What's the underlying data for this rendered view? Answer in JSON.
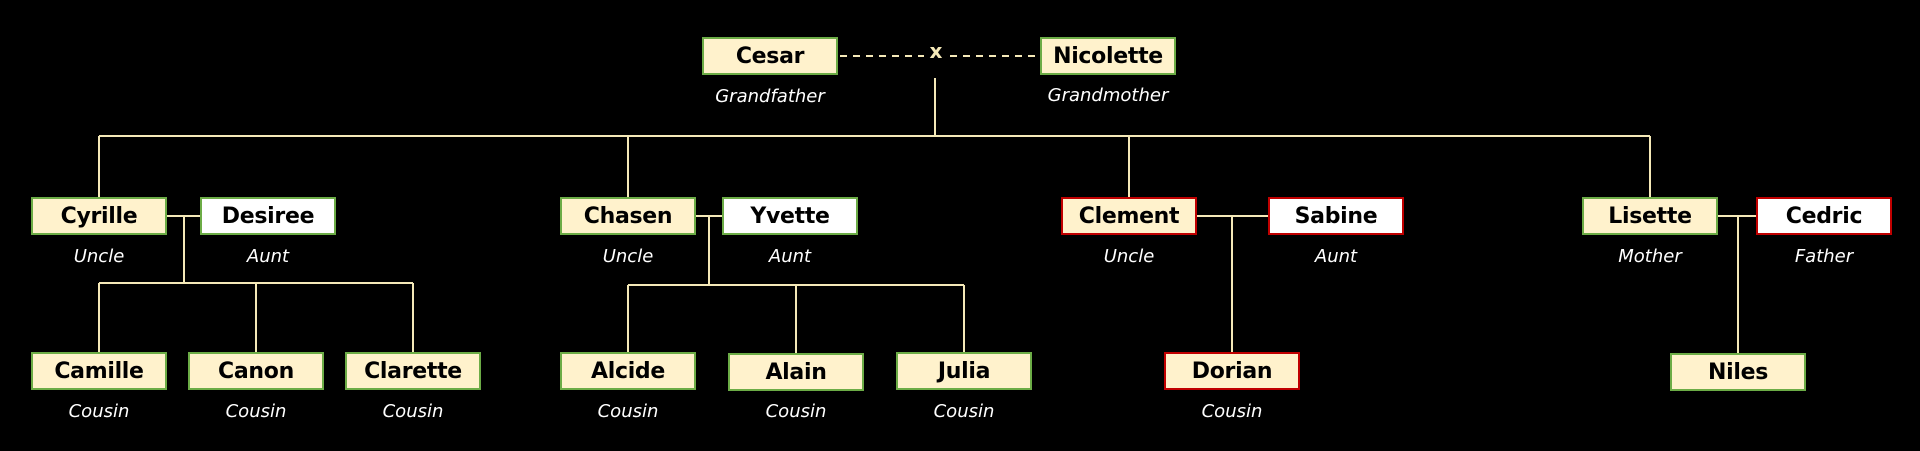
{
  "colors": {
    "background": "#000000",
    "line": "#f5e9b8",
    "box_fill_blood": "#fff2cc",
    "box_fill_inlaw": "#ffffff",
    "border_green": "#6cac46",
    "border_red": "#c00000",
    "role_text": "#ffffff"
  },
  "marriage_symbol": "x",
  "people": {
    "cesar": {
      "name": "Cesar",
      "role": "Grandfather",
      "style": "blood",
      "border": "green"
    },
    "nicolette": {
      "name": "Nicolette",
      "role": "Grandmother",
      "style": "blood",
      "border": "green"
    },
    "cyrille": {
      "name": "Cyrille",
      "role": "Uncle",
      "style": "blood",
      "border": "green"
    },
    "desiree": {
      "name": "Desiree",
      "role": "Aunt",
      "style": "inlaw",
      "border": "green"
    },
    "chasen": {
      "name": "Chasen",
      "role": "Uncle",
      "style": "blood",
      "border": "green"
    },
    "yvette": {
      "name": "Yvette",
      "role": "Aunt",
      "style": "inlaw",
      "border": "green"
    },
    "clement": {
      "name": "Clement",
      "role": "Uncle",
      "style": "blood",
      "border": "red"
    },
    "sabine": {
      "name": "Sabine",
      "role": "Aunt",
      "style": "inlaw",
      "border": "red"
    },
    "lisette": {
      "name": "Lisette",
      "role": "Mother",
      "style": "blood",
      "border": "green"
    },
    "cedric": {
      "name": "Cedric",
      "role": "Father",
      "style": "inlaw",
      "border": "red"
    },
    "camille": {
      "name": "Camille",
      "role": "Cousin",
      "style": "blood",
      "border": "green"
    },
    "canon": {
      "name": "Canon",
      "role": "Cousin",
      "style": "blood",
      "border": "green"
    },
    "clarette": {
      "name": "Clarette",
      "role": "Cousin",
      "style": "blood",
      "border": "green"
    },
    "alcide": {
      "name": "Alcide",
      "role": "Cousin",
      "style": "blood",
      "border": "green"
    },
    "alain": {
      "name": "Alain",
      "role": "Cousin",
      "style": "blood",
      "border": "green"
    },
    "julia": {
      "name": "Julia",
      "role": "Cousin",
      "style": "blood",
      "border": "green"
    },
    "dorian": {
      "name": "Dorian",
      "role": "Cousin",
      "style": "blood",
      "border": "red"
    },
    "niles": {
      "name": "Niles",
      "role": "",
      "style": "blood",
      "border": "green"
    }
  },
  "relationships": {
    "grandparents": [
      "cesar",
      "nicolette"
    ],
    "grandparent_children": [
      "cyrille",
      "chasen",
      "clement",
      "lisette"
    ],
    "couples": [
      {
        "spouses": [
          "cyrille",
          "desiree"
        ],
        "children": [
          "camille",
          "canon",
          "clarette"
        ]
      },
      {
        "spouses": [
          "chasen",
          "yvette"
        ],
        "children": [
          "alcide",
          "alain",
          "julia"
        ]
      },
      {
        "spouses": [
          "clement",
          "sabine"
        ],
        "children": [
          "dorian"
        ]
      },
      {
        "spouses": [
          "lisette",
          "cedric"
        ],
        "children": [
          "niles"
        ]
      }
    ]
  }
}
